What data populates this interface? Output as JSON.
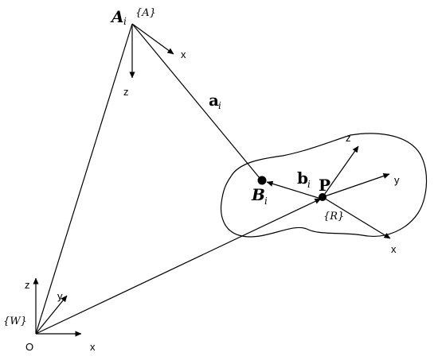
{
  "colors": {
    "ink": "#000000",
    "background": "#ffffff"
  },
  "world_frame": {
    "origin_label": "O",
    "frame_label": "{W}",
    "x_label": "x",
    "y_label": "y",
    "z_label": "z"
  },
  "anchor_frame": {
    "point_label": "A",
    "point_subscript": "i",
    "frame_label": "{A}",
    "x_label": "x",
    "z_label": "z"
  },
  "platform_frame": {
    "point_label": "P",
    "frame_label": "{R}",
    "x_label": "x",
    "y_label": "y",
    "z_label": "z"
  },
  "joint_point": {
    "label": "B",
    "subscript": "i"
  },
  "vectors": {
    "a_label": "a",
    "a_subscript": "i",
    "b_label": "b",
    "b_subscript": "i"
  }
}
